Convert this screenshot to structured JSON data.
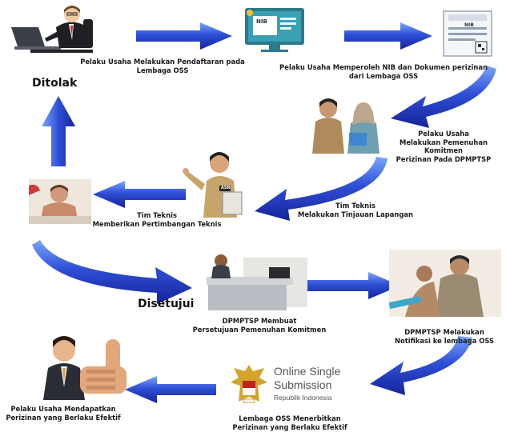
{
  "steps": {
    "s1": "Pelaku Usaha Melakukan Pendaftaran pada Lembaga OSS",
    "s2": "Pelaku Usaha Memperoleh NIB dan Dokumen perizinan dari Lembaga OSS",
    "s3_a": "Pelaku Usaha",
    "s3_b": "Melakukan Pemenuhan Komitmen",
    "s3_c": "Perizinan Pada DPMPTSP",
    "s4_a": "Tim Teknis",
    "s4_b": "Melakukan Tinjauan Lapangan",
    "s5_a": "Tim Teknis",
    "s5_b": "Memberikan Pertimbangan Teknis",
    "s6_a": "DPMPTSP Membuat",
    "s6_b": "Persetujuan Pemenuhan Komitmen",
    "s7_a": "DPMPTSP Melakukan",
    "s7_b": "Notifikasi ke lembaga OSS",
    "s8_a": "Lembaga OSS Menerbitkan",
    "s8_b": "Perizinan yang Berlaku Efektif",
    "s9_a": "Pelaku Usaha Mendapatkan",
    "s9_b": "Perizinan yang Berlaku Efektif"
  },
  "decisions": {
    "rejected": "Ditolak",
    "approved": "Disetujui"
  },
  "oss_logo": {
    "line1": "Online Single",
    "line2": "Submission",
    "line3": "Republik Indonesia"
  },
  "nib_label": "NIB",
  "officer_tag": "ASN",
  "colors": {
    "arrow_dark": "#1b2fa8",
    "arrow_light": "#5b8cf0",
    "text": "#1a1a1a"
  }
}
